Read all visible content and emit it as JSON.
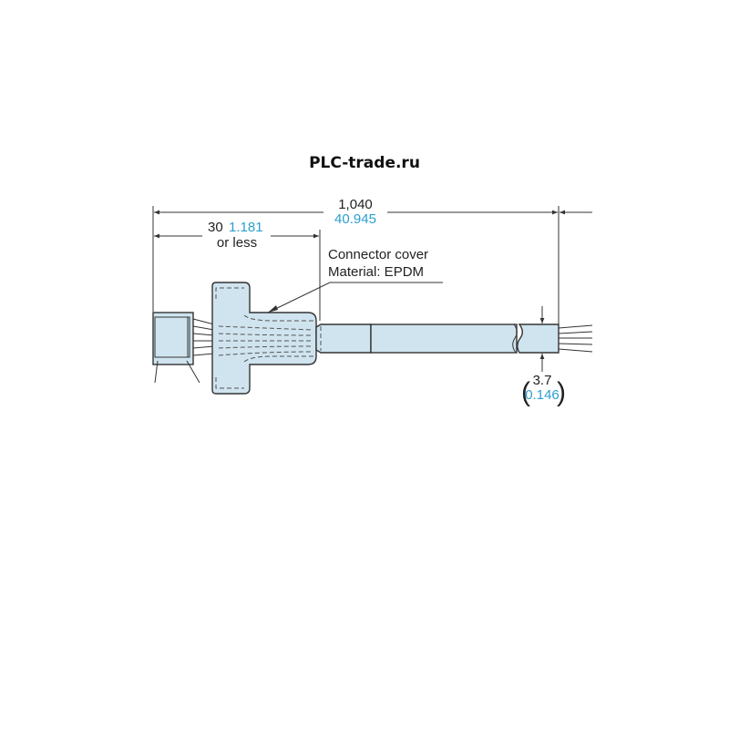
{
  "watermark": "PLC-trade.ru",
  "dimensions": {
    "total_length_mm": "1,040",
    "total_length_in": "40.945",
    "cover_length_mm": "30",
    "cover_length_in": "1.181",
    "cover_length_note": "or less",
    "cable_diameter_mm": "3.7",
    "cable_diameter_in": "0.146"
  },
  "callout": {
    "line1": "Connector cover",
    "line2": "Material: EPDM"
  },
  "colors": {
    "body_fill": "#cfe4ef",
    "inch_text": "#2a9fd0"
  }
}
